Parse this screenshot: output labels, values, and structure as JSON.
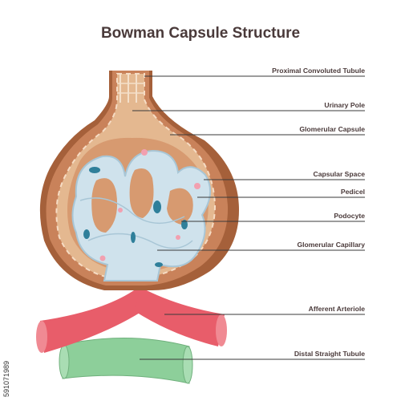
{
  "title": "Bowman Capsule Structure",
  "labels": [
    "Proximal Convoluted Tubule",
    "Urinary Pole",
    "Glomerular Capsule",
    "Capsular Space",
    "Pedicel",
    "Podocyte",
    "Glomerular Capillary",
    "Afferent Arteriole",
    "Distal Straight Tubule"
  ],
  "stock_id": "591071989",
  "colors": {
    "capsule_outer": "#b46e46",
    "capsule_inner": "#d49a6e",
    "capillary": "#cfe2ec",
    "arteriole_red": "#e85d6a",
    "tubule_green": "#8dcf9a",
    "cell_nucleus": "#2f7f9a",
    "pink_spot": "#f2a0b0"
  }
}
